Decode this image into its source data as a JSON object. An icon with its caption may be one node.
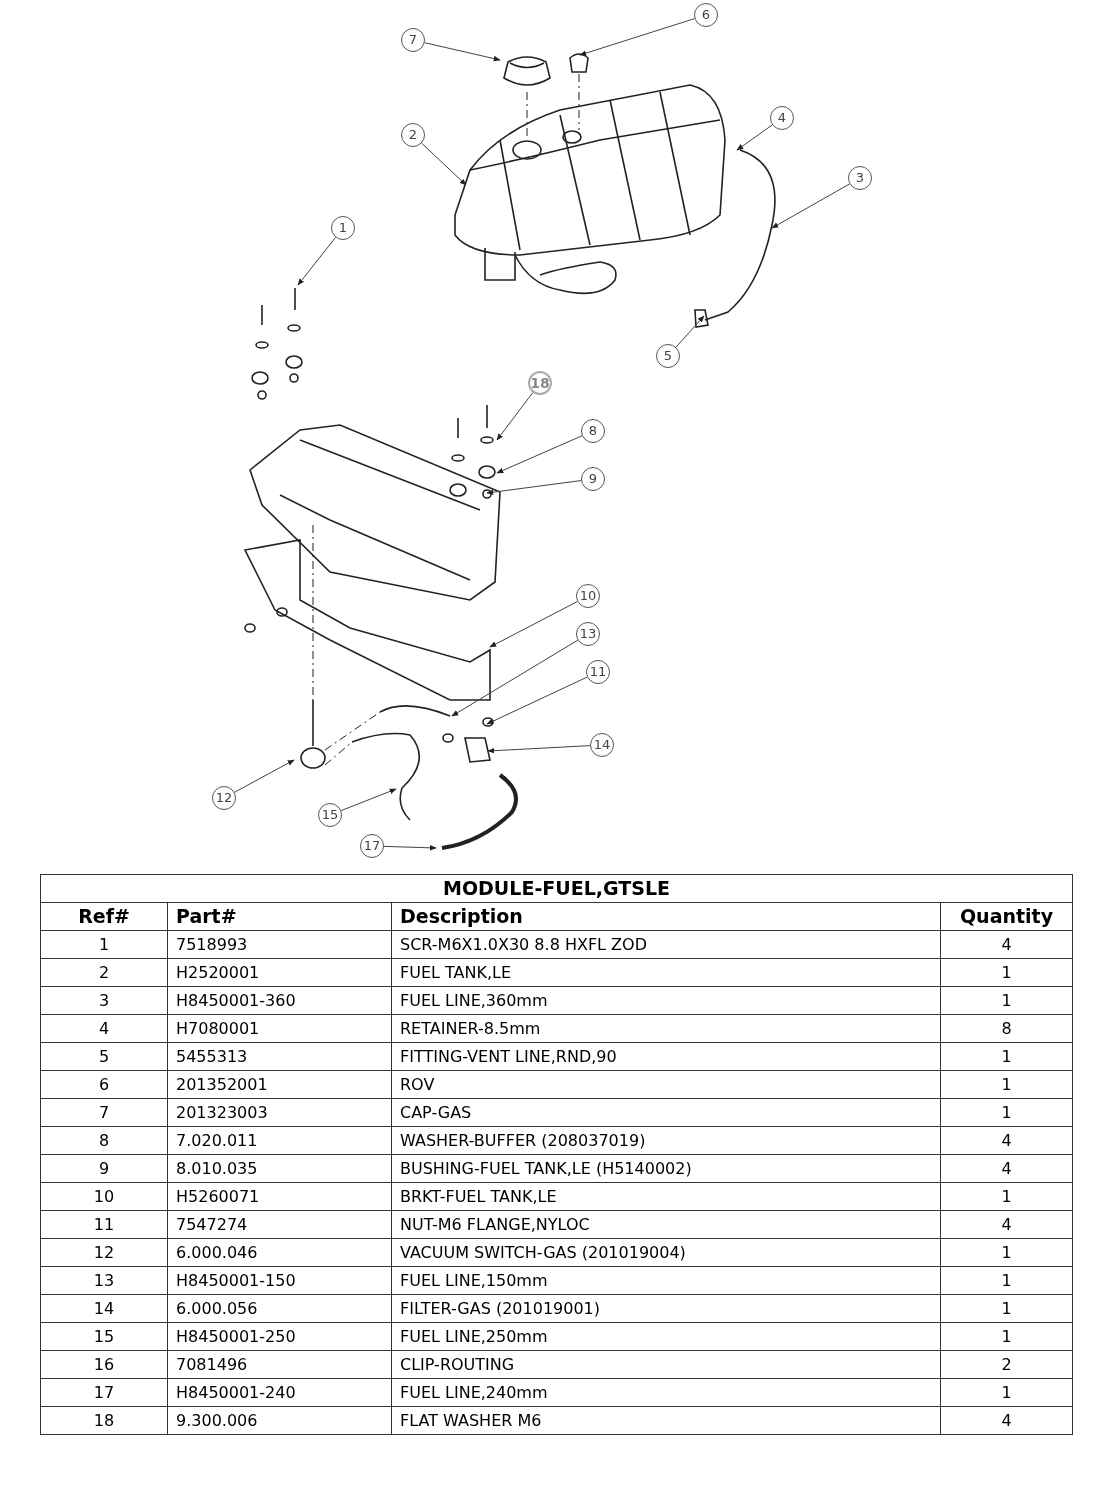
{
  "diagram": {
    "nodes": [
      {
        "text": [
          "6"
        ]
      },
      {
        "text": [
          "7"
        ]
      },
      {
        "text": [
          "4"
        ]
      },
      {
        "text": [
          "2"
        ]
      },
      {
        "text": [
          "3"
        ]
      },
      {
        "text": [
          "1"
        ]
      },
      {
        "text": [
          "5"
        ]
      },
      {
        "text": [
          "18"
        ]
      },
      {
        "text": [
          "8"
        ]
      },
      {
        "text": [
          "9"
        ]
      },
      {
        "text": [
          "10"
        ]
      },
      {
        "text": [
          "13"
        ]
      },
      {
        "text": [
          "11"
        ]
      },
      {
        "text": [
          "14"
        ]
      },
      {
        "text": [
          "12"
        ]
      },
      {
        "text": [
          "15"
        ]
      },
      {
        "text": [
          "17"
        ]
      }
    ],
    "edges": [
      {
        "from": 0,
        "to": null,
        "arrow": "to"
      },
      {
        "from": 1,
        "to": null,
        "arrow": "to"
      },
      {
        "from": 2,
        "to": null,
        "arrow": "to"
      },
      {
        "from": 3,
        "to": null,
        "arrow": "to"
      },
      {
        "from": 4,
        "to": null,
        "arrow": "to"
      },
      {
        "from": 5,
        "to": null,
        "arrow": "to"
      },
      {
        "from": 6,
        "to": null,
        "arrow": "to"
      },
      {
        "from": 7,
        "to": null,
        "arrow": "to"
      },
      {
        "from": 8,
        "to": null,
        "arrow": "to"
      },
      {
        "from": 9,
        "to": null,
        "arrow": "to"
      },
      {
        "from": 10,
        "to": null,
        "arrow": "to"
      },
      {
        "from": 11,
        "to": null,
        "arrow": "to"
      },
      {
        "from": 12,
        "to": null,
        "arrow": "to"
      },
      {
        "from": 13,
        "to": null,
        "arrow": "to"
      },
      {
        "from": 14,
        "to": null,
        "arrow": "to"
      },
      {
        "from": 15,
        "to": null,
        "arrow": "to"
      },
      {
        "from": 16,
        "to": null,
        "arrow": "to"
      }
    ],
    "labels": [
      "MODULE-FUEL,GTSLE",
      "Ref#",
      "Part#",
      "Description",
      "Quantity",
      "1",
      "7518993",
      "SCR-M6X1.0X30 8.8 HXFL ZOD",
      "4",
      "2",
      "H2520001",
      "FUEL TANK,LE",
      "1",
      "3",
      "H8450001-360",
      "FUEL LINE,360mm",
      "1",
      "4",
      "H7080001",
      "RETAINER-8.5mm",
      "8",
      "5",
      "5455313",
      "FITTING-VENT LINE,RND,90",
      "1",
      "6",
      "201352001",
      "ROV",
      "1",
      "7",
      "201323003",
      "CAP-GAS",
      "1",
      "8",
      "7.020.011",
      "WASHER-BUFFER (208037019)",
      "4",
      "9",
      "8.010.035",
      "BUSHING-FUEL TANK,LE (H5140002)",
      "4",
      "10",
      "H5260071",
      "BRKT-FUEL TANK,LE",
      "1",
      "11",
      "7547274",
      "NUT-M6 FLANGE,NYLOC",
      "4",
      "12",
      "6.000.046",
      "VACUUM SWITCH-GAS (201019004)",
      "1",
      "13",
      "H8450001-150",
      "FUEL LINE,150mm",
      "1",
      "14",
      "6.000.056",
      "FILTER-GAS (201019001)",
      "1",
      "15",
      "H8450001-250",
      "FUEL LINE,250mm",
      "1",
      "16",
      "7081496",
      "CLIP-ROUTING",
      "2",
      "17",
      "H8450001-240",
      "FUEL LINE,240mm",
      "1",
      "18",
      "9.300.006",
      "FLAT WASHER M6",
      "4"
    ]
  }
}
